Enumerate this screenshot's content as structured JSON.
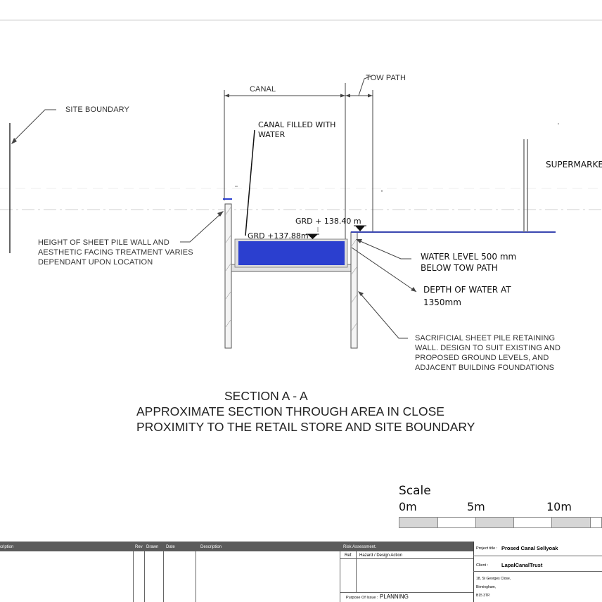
{
  "diagram": {
    "labels": {
      "canal": "CANAL",
      "tow_path": "TOW PATH",
      "site_boundary": "SITE BOUNDARY",
      "canal_filled_line1": "CANAL FILLED WITH",
      "canal_filled_line2": "WATER",
      "supermarket": "SUPERMARKET",
      "grd_tow": "GRD + 138.40 m",
      "grd_canal": "GRD +137.88m",
      "sheet_pile_line1": "HEIGHT OF SHEET PILE WALL AND",
      "sheet_pile_line2": "AESTHETIC FACING TREATMENT VARIES",
      "sheet_pile_line3": "DEPENDANT UPON LOCATION",
      "water_level_line1": "WATER LEVEL 500 mm",
      "water_level_line2": "BELOW TOW PATH",
      "depth_line1": "DEPTH OF WATER AT",
      "depth_line2": "1350mm",
      "sacrificial_line1": "SACRIFICIAL SHEET PILE RETAINING",
      "sacrificial_line2": "WALL. DESIGN TO SUIT EXISTING AND",
      "sacrificial_line3": "PROPOSED GROUND LEVELS, AND",
      "sacrificial_line4": "ADJACENT BUILDING FOUNDATIONS"
    },
    "title": {
      "line1": "SECTION A - A",
      "line2": "APPROXIMATE SECTION THROUGH AREA IN CLOSE",
      "line3": "PROXIMITY TO THE RETAIL STORE AND SITE BOUNDARY"
    },
    "scale": {
      "label": "Scale",
      "ticks": [
        "0m",
        "5m",
        "10m"
      ]
    },
    "colors": {
      "water": "#2b3fcf",
      "line": "#444444",
      "tow_path": "#3a46b0",
      "title_bar": "#5b5b5b"
    }
  },
  "title_block": {
    "headers": {
      "description": "cription",
      "rev": "Rev",
      "drawn": "Drawn",
      "date": "Date",
      "description2": "Description",
      "risk": "Risk Assessment.",
      "ref": "Ref.",
      "hazard": "Hazard / Design Action"
    },
    "purpose_label": "Purpose Of Issue :",
    "purpose_value": "PLANNING",
    "project_label": "Project title :",
    "project_value": "Prosed Canal Sellyoak",
    "client_label": "Client :",
    "client_value": "LapalCanalTrust",
    "address_line1": "18, St Georges Close,",
    "address_line2": "Birmingham,",
    "address_line3": "B15 3TP."
  }
}
